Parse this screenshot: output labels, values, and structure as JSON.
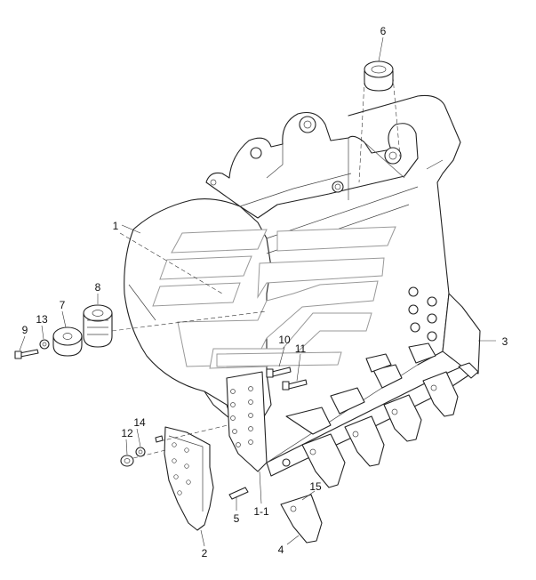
{
  "diagram": {
    "callouts": [
      {
        "id": "c6",
        "text": "6"
      },
      {
        "id": "c1",
        "text": "1"
      },
      {
        "id": "c3",
        "text": "3"
      },
      {
        "id": "c8",
        "text": "8"
      },
      {
        "id": "c7",
        "text": "7"
      },
      {
        "id": "c13",
        "text": "13"
      },
      {
        "id": "c9",
        "text": "9"
      },
      {
        "id": "c10",
        "text": "10"
      },
      {
        "id": "c11",
        "text": "11"
      },
      {
        "id": "c14",
        "text": "14"
      },
      {
        "id": "c12",
        "text": "12"
      },
      {
        "id": "c15",
        "text": "15"
      },
      {
        "id": "c5",
        "text": "5"
      },
      {
        "id": "c1-1",
        "text": "1-1"
      },
      {
        "id": "c4",
        "text": "4"
      },
      {
        "id": "c2",
        "text": "2"
      }
    ]
  }
}
